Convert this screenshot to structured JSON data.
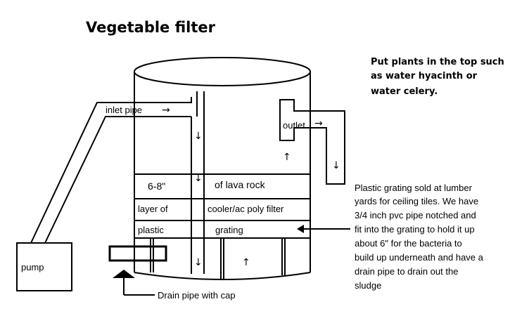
{
  "title": "Vegetable filter",
  "note_lines": [
    "Put plants in the top such",
    "as water hyacinth or",
    "water celery."
  ],
  "labels": {
    "inlet_pipe": "inlet pipe",
    "outlet": "outlet",
    "pump": "pump",
    "drain_pipe": "Drain pipe with cap"
  },
  "layers": {
    "row1_left": "6-8\"",
    "row1_right": "of lava rock",
    "row2_left": "layer of",
    "row2_right": "cooler/ac poly filter",
    "row3_left": "plastic",
    "row3_right": "grating"
  },
  "grating_note_lines": [
    "Plastic grating sold at lumber",
    "yards for ceiling tiles.  We have",
    "3/4 inch pvc pipe notched and",
    "fit into the grating to hold it up",
    "about 6\" for the bacteria to",
    "build up underneath and have a",
    "drain pipe to drain out the",
    "sludge"
  ],
  "icons": {
    "flow_right": "→",
    "flow_down": "↓",
    "flow_up": "↑",
    "pointer": "◀"
  }
}
